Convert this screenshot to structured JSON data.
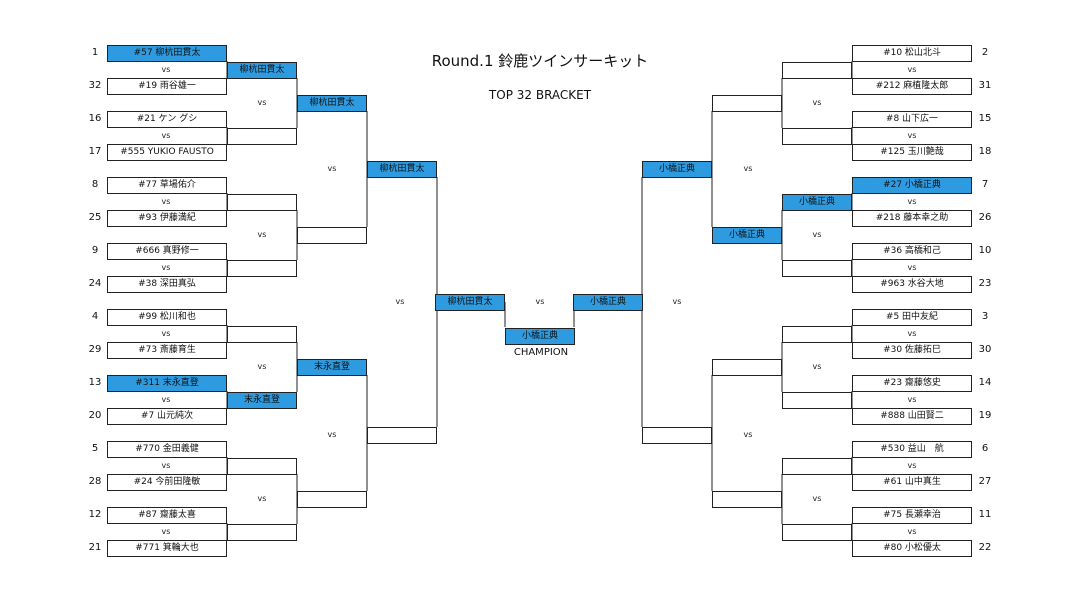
{
  "title": "Round.1 鈴鹿ツインサーキット",
  "subtitle": "TOP 32 BRACKET",
  "vs_label": "vs",
  "champion": {
    "label": "CHAMPION",
    "name": "小橋正典"
  },
  "left": {
    "round1": [
      {
        "seed": "1",
        "name": "#57 柳杭田貫太",
        "win": true
      },
      {
        "seed": "32",
        "name": "#19 雨谷雄一",
        "win": false
      },
      {
        "seed": "16",
        "name": "#21 ケン グシ",
        "win": false
      },
      {
        "seed": "17",
        "name": "#555 YUKIO FAUSTO",
        "win": false
      },
      {
        "seed": "8",
        "name": "#77 草場佑介",
        "win": false
      },
      {
        "seed": "25",
        "name": "#93 伊藤満紀",
        "win": false
      },
      {
        "seed": "9",
        "name": "#666 真野修一",
        "win": false
      },
      {
        "seed": "24",
        "name": "#38 深田真弘",
        "win": false
      },
      {
        "seed": "4",
        "name": "#99 松川和也",
        "win": false
      },
      {
        "seed": "29",
        "name": "#73 斎藤育生",
        "win": false
      },
      {
        "seed": "13",
        "name": "#311 末永直登",
        "win": true
      },
      {
        "seed": "20",
        "name": "#7 山元純次",
        "win": false
      },
      {
        "seed": "5",
        "name": "#770 金田義健",
        "win": false
      },
      {
        "seed": "28",
        "name": "#24 今前田隆敏",
        "win": false
      },
      {
        "seed": "12",
        "name": "#87 齋藤太喜",
        "win": false
      },
      {
        "seed": "21",
        "name": "#771 箕輪大也",
        "win": false
      }
    ],
    "round2": [
      "柳杭田貫太",
      "",
      "",
      "",
      "",
      "末永直登",
      "",
      ""
    ],
    "round3": [
      "柳杭田貫太",
      "",
      "末永直登",
      ""
    ],
    "round4": [
      "柳杭田貫太",
      ""
    ],
    "final": "柳杭田貫太"
  },
  "right": {
    "round1": [
      {
        "seed": "2",
        "name": "#10 松山北斗",
        "win": false
      },
      {
        "seed": "31",
        "name": "#212 麻植隆太郎",
        "win": false
      },
      {
        "seed": "15",
        "name": "#8 山下広一",
        "win": false
      },
      {
        "seed": "18",
        "name": "#125 玉川艶哉",
        "win": false
      },
      {
        "seed": "7",
        "name": "#27 小橋正典",
        "win": true
      },
      {
        "seed": "26",
        "name": "#218 藤本幸之助",
        "win": false
      },
      {
        "seed": "10",
        "name": "#36 高橋和己",
        "win": false
      },
      {
        "seed": "23",
        "name": "#963 水谷大地",
        "win": false
      },
      {
        "seed": "3",
        "name": "#5 田中友紀",
        "win": false
      },
      {
        "seed": "30",
        "name": "#30 佐藤拓巳",
        "win": false
      },
      {
        "seed": "14",
        "name": "#23 齋藤悠史",
        "win": false
      },
      {
        "seed": "19",
        "name": "#888 山田賢二",
        "win": false
      },
      {
        "seed": "6",
        "name": "#530 益山　航",
        "win": false
      },
      {
        "seed": "27",
        "name": "#61 山中真生",
        "win": false
      },
      {
        "seed": "11",
        "name": "#75 長瀬幸治",
        "win": false
      },
      {
        "seed": "22",
        "name": "#80 小松優太",
        "win": false
      }
    ],
    "round2": [
      "",
      "",
      "小橋正典",
      "",
      "",
      "",
      "",
      ""
    ],
    "round3": [
      "",
      "小橋正典",
      "",
      ""
    ],
    "round4": [
      "小橋正典",
      ""
    ],
    "final": "小橋正典"
  },
  "colors": {
    "highlight": "#2e9be0",
    "line": "#222222"
  }
}
